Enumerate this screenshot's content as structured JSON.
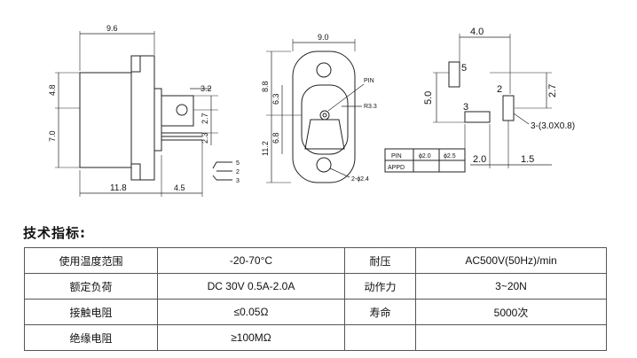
{
  "drawing": {
    "side_view": {
      "dim_top": "9.6",
      "dim_height_a": "4.8",
      "dim_height_b": "7.0",
      "dim_tab": "3.2",
      "dim_pin_a": "2.7",
      "dim_pin_b": "2.3",
      "dim_bottom_body": "11.8",
      "dim_bottom_pin": "4.5"
    },
    "pin_labels": [
      "5",
      "2",
      "3"
    ],
    "front_view": {
      "dim_width": "9.0",
      "dim_left_a": "8.8",
      "dim_left_b": "6.3",
      "dim_left_c": "11.2",
      "dim_left_d": "6.8",
      "label_pin": "PIN",
      "label_radius": "R3.3",
      "label_holes": "2-ϕ2.4"
    },
    "pin_table": {
      "row1": [
        "PIN",
        "ϕ2.0",
        "ϕ2.5"
      ],
      "row2": [
        "APPD",
        "",
        ""
      ]
    },
    "footprint": {
      "dim_top": "4.0",
      "dim_left": "5.0",
      "dim_right": "2.7",
      "dim_bottom_a": "2.0",
      "dim_bottom_b": "1.5",
      "pad_5": "5",
      "pad_2": "2",
      "pad_3": "3",
      "slot_label": "3-(3.0X0.8)"
    }
  },
  "spec": {
    "heading": "技术指标:",
    "rows": [
      [
        "使用温度范围",
        "-20-70°C",
        "耐压",
        "AC500V(50Hz)/min"
      ],
      [
        "额定负荷",
        "DC 30V 0.5A-2.0A",
        "动作力",
        "3~20N"
      ],
      [
        "接触电阻",
        "≤0.05Ω",
        "寿命",
        "5000次"
      ],
      [
        "绝缘电阻",
        "≥100MΩ",
        "",
        ""
      ]
    ]
  }
}
